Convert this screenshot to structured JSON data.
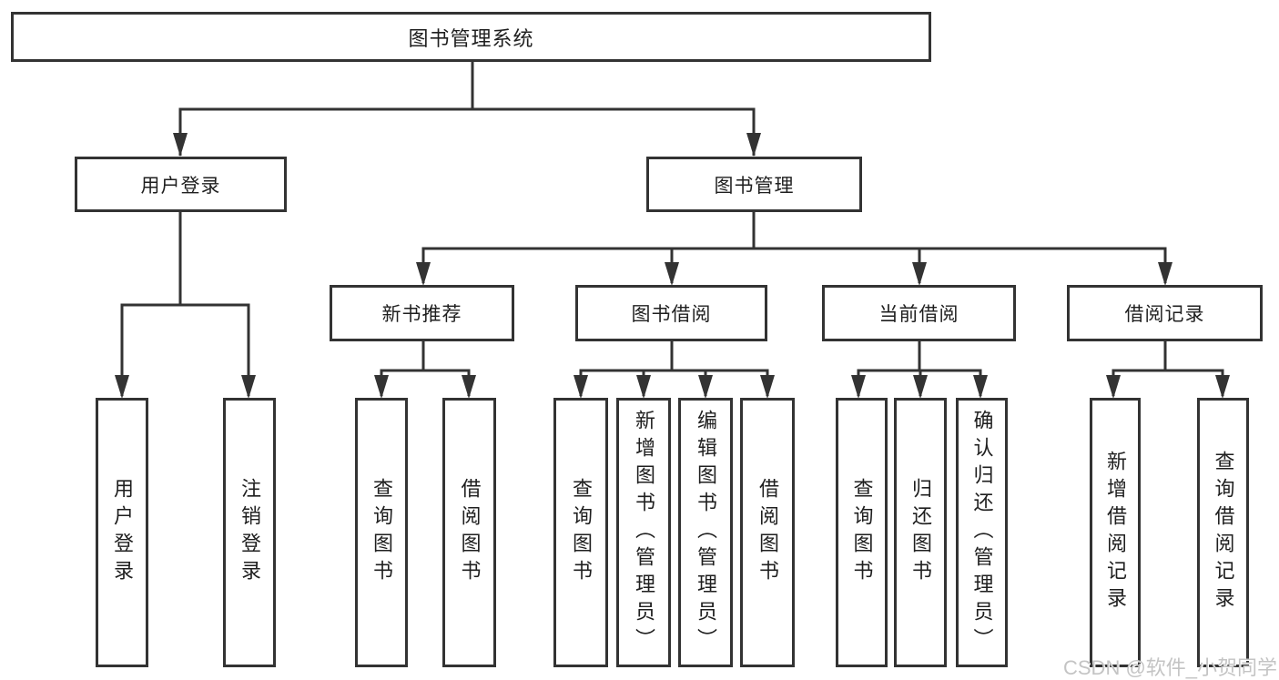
{
  "diagram": {
    "root": {
      "label": "图书管理系统"
    },
    "level2": [
      {
        "label": "用户登录"
      },
      {
        "label": "图书管理"
      }
    ],
    "level3": [
      {
        "label": "新书推荐"
      },
      {
        "label": "图书借阅"
      },
      {
        "label": "当前借阅"
      },
      {
        "label": "借阅记录"
      }
    ],
    "leaves": {
      "user_login": [
        "用户登录",
        "注销登录"
      ],
      "new_book": [
        "查询图书",
        "借阅图书"
      ],
      "book_borrow": [
        "查询图书",
        "新增图书（管理员）",
        "编辑图书（管理员）",
        "借阅图书"
      ],
      "current_borrow": [
        "查询图书",
        "归还图书",
        "确认归还（管理员）"
      ],
      "borrow_records": [
        "新增借阅记录",
        "查询借阅记录"
      ]
    }
  },
  "watermark": {
    "text": "CSDN @软件_小贺同学"
  },
  "colors": {
    "line": "#333333",
    "box_border": "#333333",
    "box_fill": "#ffffff",
    "text": "#1f1f1f",
    "watermark": "#c4c4c4",
    "background": "#ffffff"
  }
}
